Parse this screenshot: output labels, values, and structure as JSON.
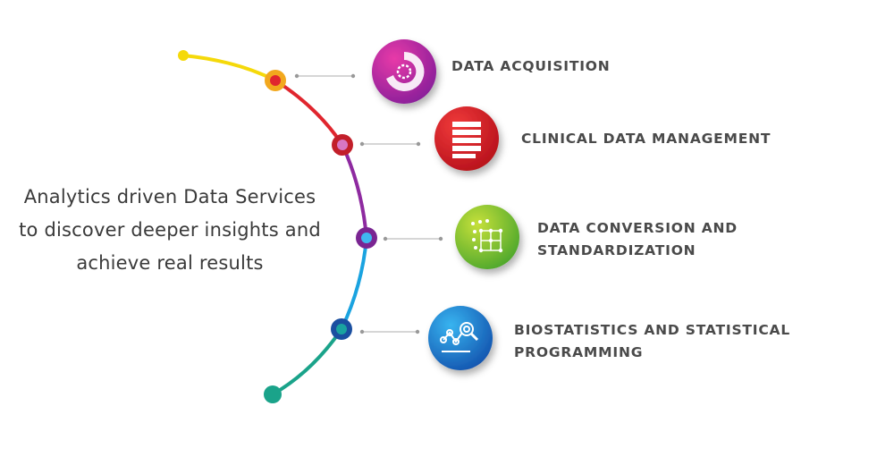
{
  "tagline": {
    "lines": [
      "Analytics driven Data Services",
      "to discover deeper insights and",
      "achieve real results"
    ]
  },
  "services": [
    {
      "title_lines": [
        "DATA ACQUISITION"
      ],
      "icon": "spiral-shell-icon",
      "color": "#c0209a"
    },
    {
      "title_lines": [
        "CLINICAL DATA MANAGEMENT"
      ],
      "icon": "stacked-layers-icon",
      "color": "#d8232a"
    },
    {
      "title_lines": [
        "DATA CONVERSION AND",
        "STANDARDIZATION"
      ],
      "icon": "dot-grid-icon",
      "color": "#8cc63f"
    },
    {
      "title_lines": [
        "BIOSTATISTICS AND STATISTICAL",
        "PROGRAMMING"
      ],
      "icon": "chart-magnifier-icon",
      "color": "#1e88d8"
    }
  ],
  "arc_colors": [
    "#f5d90a",
    "#e0262e",
    "#8e2aa0",
    "#1aa3e0",
    "#1aa38a"
  ]
}
